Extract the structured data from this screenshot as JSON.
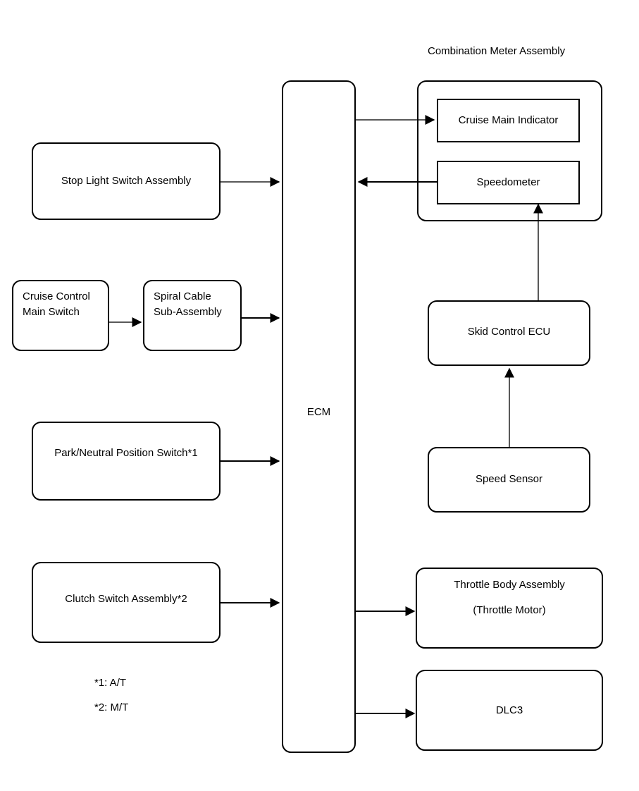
{
  "diagram": {
    "title_caption": "Combination Meter Assembly",
    "footnotes": [
      {
        "id": "fn1",
        "text": "*1: A/T"
      },
      {
        "id": "fn2",
        "text": "*2: M/T"
      }
    ],
    "nodes": {
      "stop_light_switch": {
        "label": "Stop Light Switch Assembly"
      },
      "cruise_control_main_switch": {
        "label": "Cruise Control\nMain Switch"
      },
      "spiral_cable_sub_assembly": {
        "label": "Spiral Cable\nSub-Assembly"
      },
      "park_neutral_position_switch": {
        "label": "Park/Neutral Position Switch*1"
      },
      "clutch_switch_assembly": {
        "label": "Clutch Switch Assembly*2"
      },
      "ecm": {
        "label": "ECM"
      },
      "cruise_main_indicator": {
        "label": "Cruise Main Indicator"
      },
      "speedometer": {
        "label": "Speedometer"
      },
      "skid_control_ecu": {
        "label": "Skid Control ECU"
      },
      "speed_sensor": {
        "label": "Speed Sensor"
      },
      "throttle_body_assembly": {
        "label": "Throttle Body Assembly"
      },
      "throttle_motor": {
        "label": "(Throttle Motor)"
      },
      "dlc3": {
        "label": "DLC3"
      }
    },
    "colors": {
      "stroke": "#000000",
      "edge_gray": "#595959",
      "background": "#ffffff",
      "text": "#000000"
    }
  }
}
